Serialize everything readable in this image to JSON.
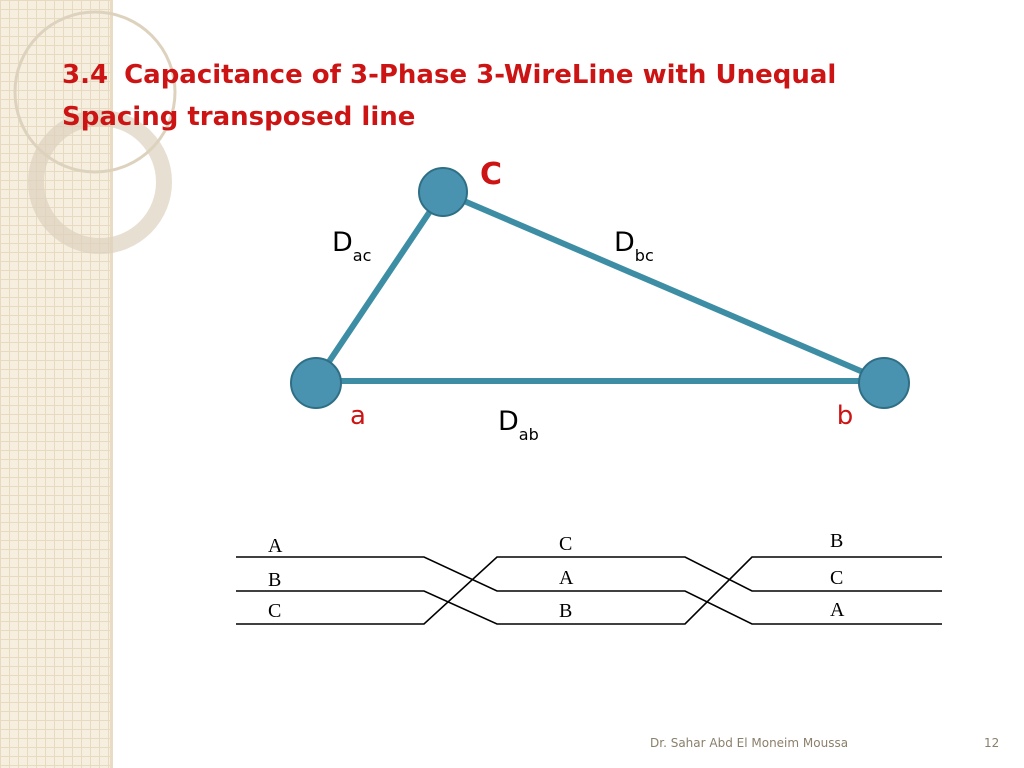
{
  "title": {
    "number": "3.4",
    "line1": "Capacitance of 3-Phase 3-WireLine with Unequal",
    "line2": "Spacing transposed line"
  },
  "colors": {
    "title": "#cc1414",
    "node_label": "#cc1414",
    "triangle": "#3d8ea5",
    "node_fill": "#4a93b0",
    "node_stroke": "#2f6f86",
    "transposition_lines": "#000000"
  },
  "triangle": {
    "nodes": {
      "a": "a",
      "b": "b",
      "c": "C"
    },
    "distances": {
      "ac": {
        "main": "D",
        "sub": "ac"
      },
      "bc": {
        "main": "D",
        "sub": "bc"
      },
      "ab": {
        "main": "D",
        "sub": "ab"
      }
    }
  },
  "transposition": {
    "section1": [
      "A",
      "B",
      "C"
    ],
    "section2": [
      "C",
      "A",
      "B"
    ],
    "section3": [
      "B",
      "C",
      "A"
    ]
  },
  "footer": {
    "author": "Dr. Sahar Abd El Moneim Moussa",
    "page": "12"
  }
}
